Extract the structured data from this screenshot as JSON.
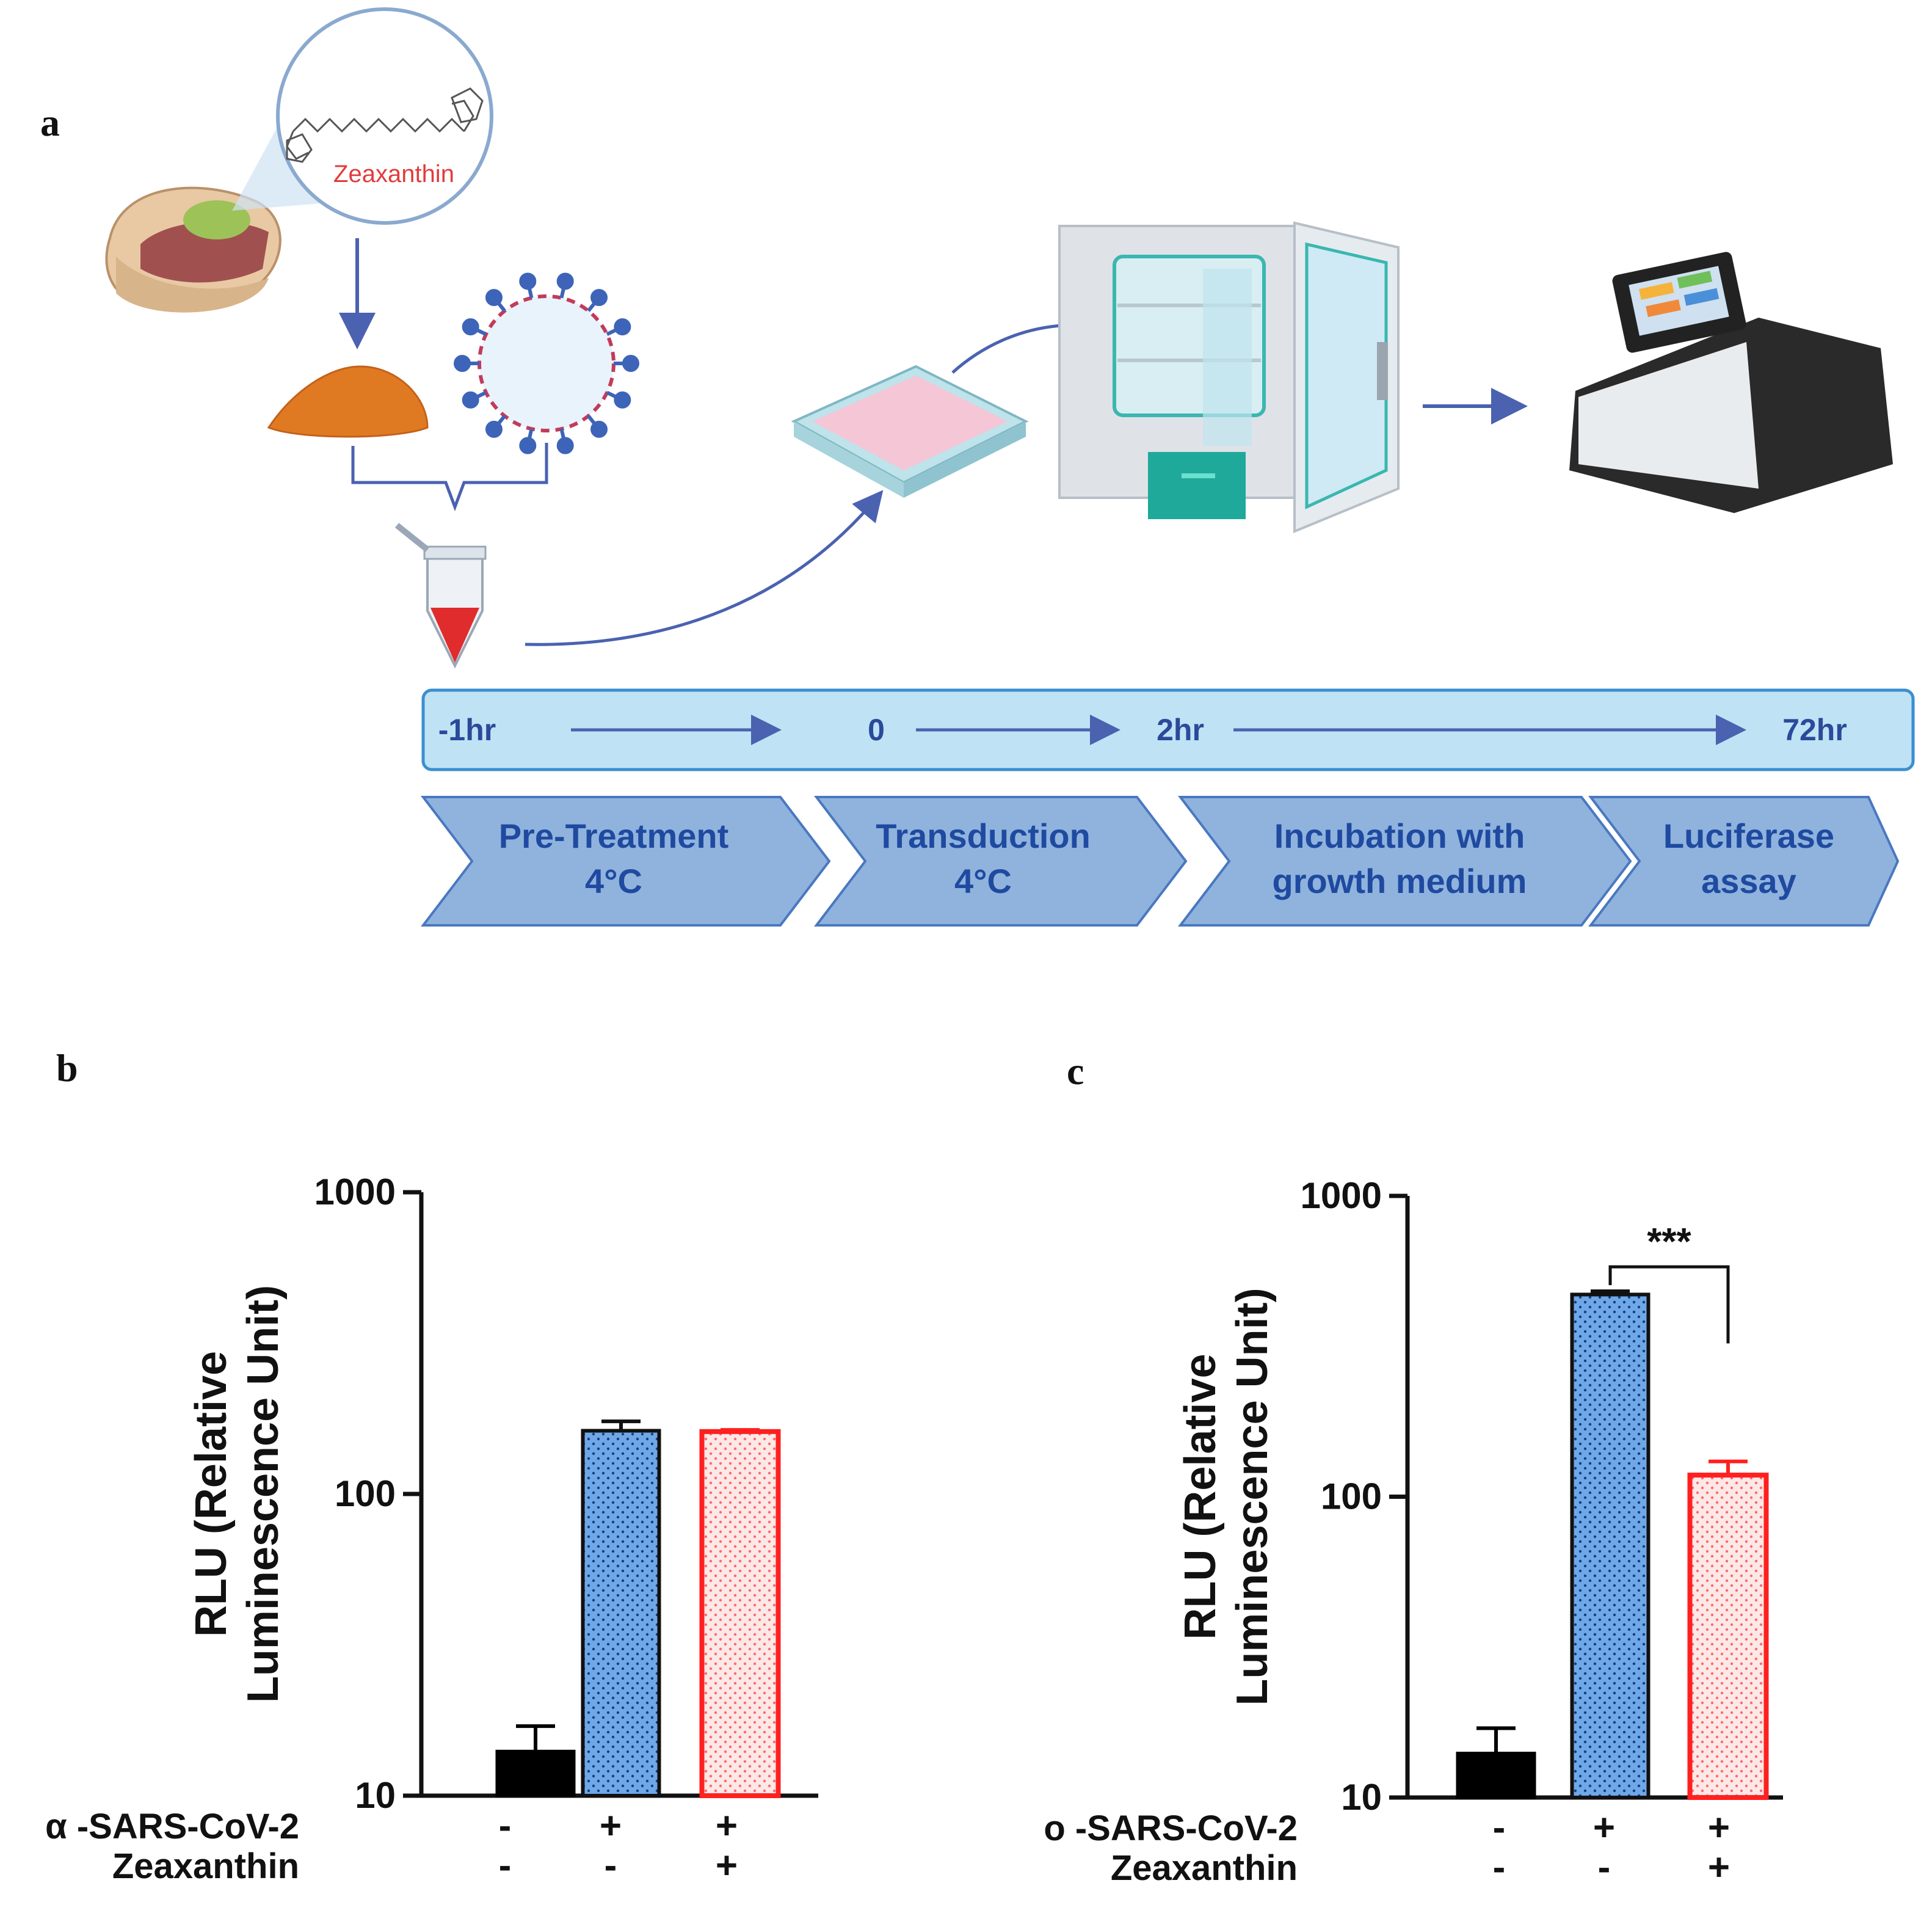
{
  "panel_a": {
    "letter": "a",
    "molecule_label": "Zeaxanthin",
    "timeline": [
      "-1hr",
      "0",
      "2hr",
      "72hr"
    ],
    "steps": [
      {
        "line1": "Pre-Treatment",
        "line2": "4°C"
      },
      {
        "line1": "Transduction",
        "line2": "4°C"
      },
      {
        "line1": "Incubation with",
        "line2": "growth medium"
      },
      {
        "line1": "Luciferase",
        "line2": "assay"
      }
    ],
    "colors": {
      "timeline_fill": "#bfe3f5",
      "timeline_stroke": "#3a8fd0",
      "chevron_fill": "#8fb3dd",
      "chevron_stroke": "#4a78c0",
      "arrow": "#4a62b0"
    }
  },
  "chart_data": [
    {
      "panel": "b",
      "type": "bar",
      "ylabel": "RLU (Relative Luminescence Unit)",
      "yscale": "log",
      "ylim": [
        10,
        1000
      ],
      "yticks": [
        "10",
        "100",
        "1000"
      ],
      "categories": [
        {
          "sars": "-",
          "zea": "-"
        },
        {
          "sars": "+",
          "zea": "-"
        },
        {
          "sars": "+",
          "zea": "+"
        }
      ],
      "values": [
        14,
        162,
        161
      ],
      "errors": [
        3,
        12,
        2
      ],
      "row_labels": [
        "α -SARS-CoV-2",
        "Zeaxanthin"
      ],
      "significance": null
    },
    {
      "panel": "c",
      "type": "bar",
      "ylabel": "RLU (Relative Luminescence Unit)",
      "yscale": "log",
      "ylim": [
        10,
        1000
      ],
      "yticks": [
        "10",
        "100",
        "1000"
      ],
      "categories": [
        {
          "sars": "-",
          "zea": "-"
        },
        {
          "sars": "+",
          "zea": "-"
        },
        {
          "sars": "+",
          "zea": "+"
        }
      ],
      "values": [
        14,
        470,
        118
      ],
      "errors": [
        3,
        12,
        13
      ],
      "row_labels": [
        "o -SARS-CoV-2",
        "Zeaxanthin"
      ],
      "significance": "***"
    }
  ],
  "bar_styles": [
    {
      "fill": "#000000",
      "stroke": "#000000",
      "dot": null
    },
    {
      "fill": "#6ea8e8",
      "stroke": "#111111",
      "dot": "#1a3d7a"
    },
    {
      "fill": "#fbe3e3",
      "stroke": "#ff2020",
      "dot": "#ff6a6a"
    }
  ]
}
